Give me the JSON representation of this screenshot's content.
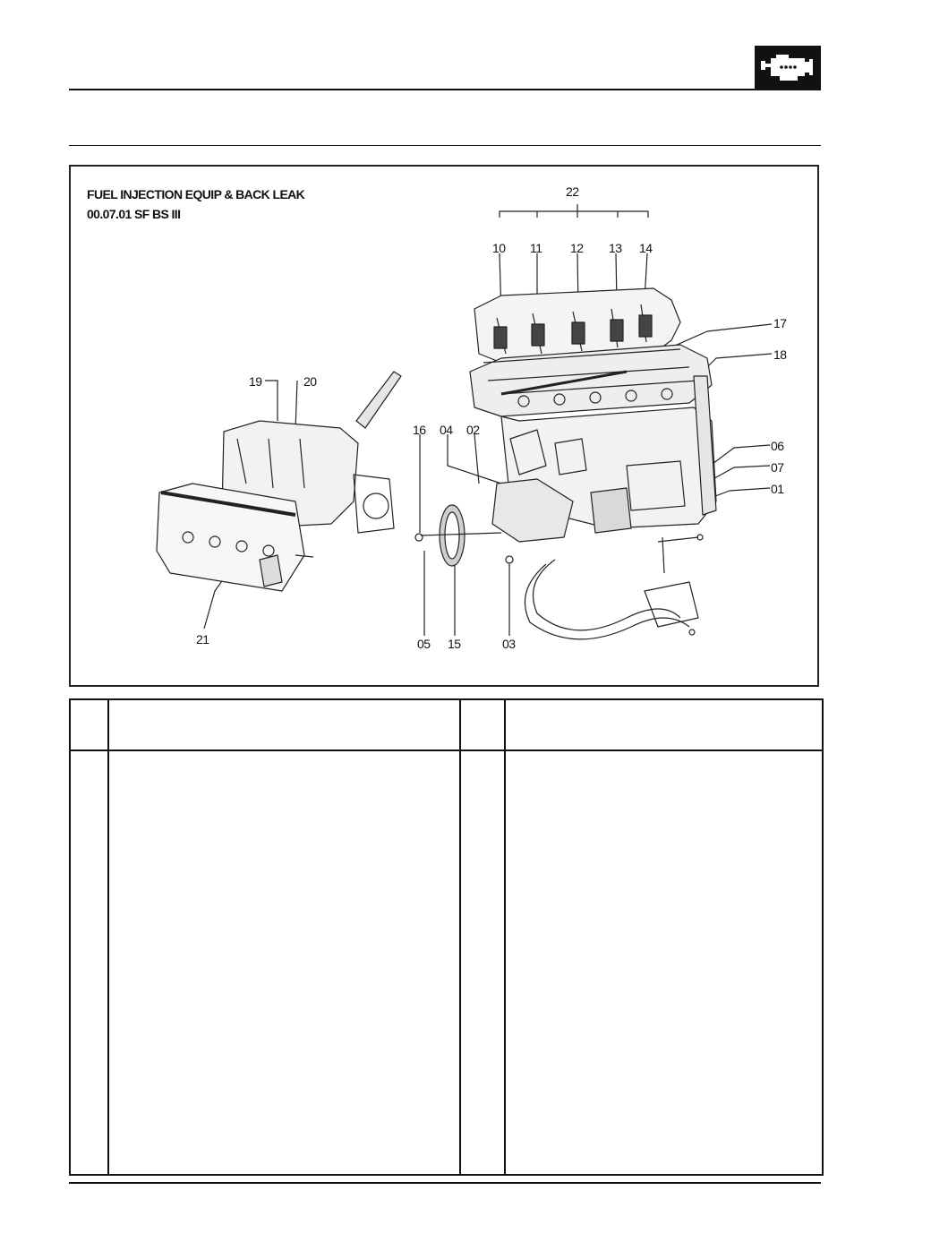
{
  "header": {
    "badge_icon": "engine-icon",
    "badge_color": "#111111"
  },
  "figure": {
    "title_line1": "FUEL INJECTION EQUIP & BACK LEAK",
    "title_line2": "00.07.01 SF BS III",
    "callouts": {
      "c22": "22",
      "c10": "10",
      "c11": "11",
      "c12": "12",
      "c13": "13",
      "c14": "14",
      "c17": "17",
      "c18": "18",
      "c19": "19",
      "c20": "20",
      "c16": "16",
      "c04": "04",
      "c02": "02",
      "c06": "06",
      "c07": "07",
      "c01": "01",
      "c21": "21",
      "c05": "05",
      "c15": "15",
      "c03": "03"
    }
  },
  "parts_table": {
    "rows": []
  }
}
